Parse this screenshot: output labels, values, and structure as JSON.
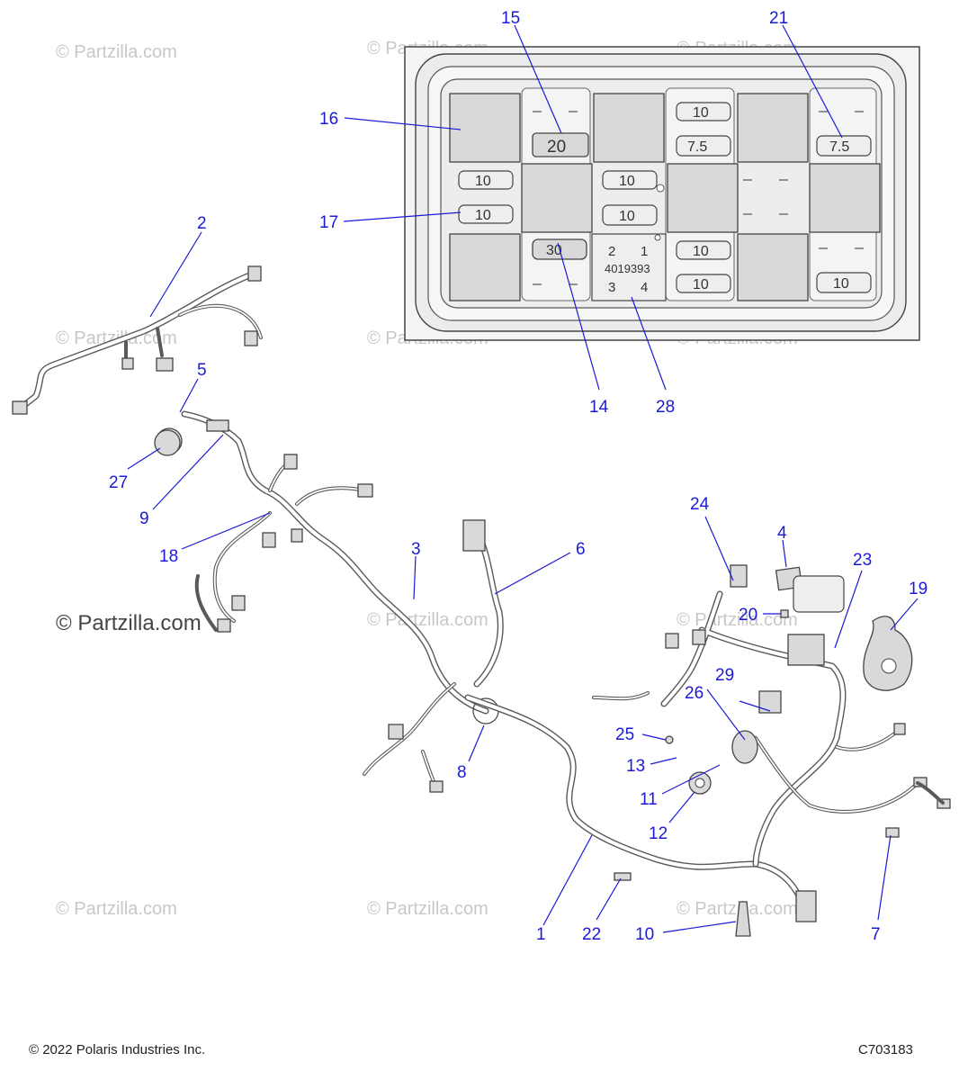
{
  "watermark": "© Partzilla.com",
  "watermark_large": "© Partzilla.com",
  "copyright": "© 2022 Polaris Industries Inc.",
  "drawing_code": "C703183",
  "fuse_box": {
    "fuse_15": "20",
    "fuse_10a": "10",
    "fuse_75a": "7.5",
    "fuse_21": "7.5",
    "fuse_left_top": "10",
    "fuse_17": "10",
    "fuse_mid_top": "10",
    "fuse_mid_bottom": "10",
    "fuse_14": "30",
    "fuse_right_col_top": "10",
    "fuse_right_col_bottom": "10",
    "fuse_far_right": "10",
    "relay_label": {
      "pin2": "2",
      "pin1": "1",
      "part_number": "4019393",
      "pin3": "3",
      "pin4": "4"
    }
  },
  "callouts": {
    "c1": "1",
    "c2": "2",
    "c3": "3",
    "c4": "4",
    "c5": "5",
    "c6": "6",
    "c7": "7",
    "c8": "8",
    "c9": "9",
    "c10": "10",
    "c11": "11",
    "c12": "12",
    "c13": "13",
    "c14": "14",
    "c15": "15",
    "c16": "16",
    "c17": "17",
    "c18": "18",
    "c19": "19",
    "c20": "20",
    "c21": "21",
    "c22": "22",
    "c23": "23",
    "c24": "24",
    "c25": "25",
    "c26": "26",
    "c27": "27",
    "c28": "28",
    "c29": "29"
  }
}
